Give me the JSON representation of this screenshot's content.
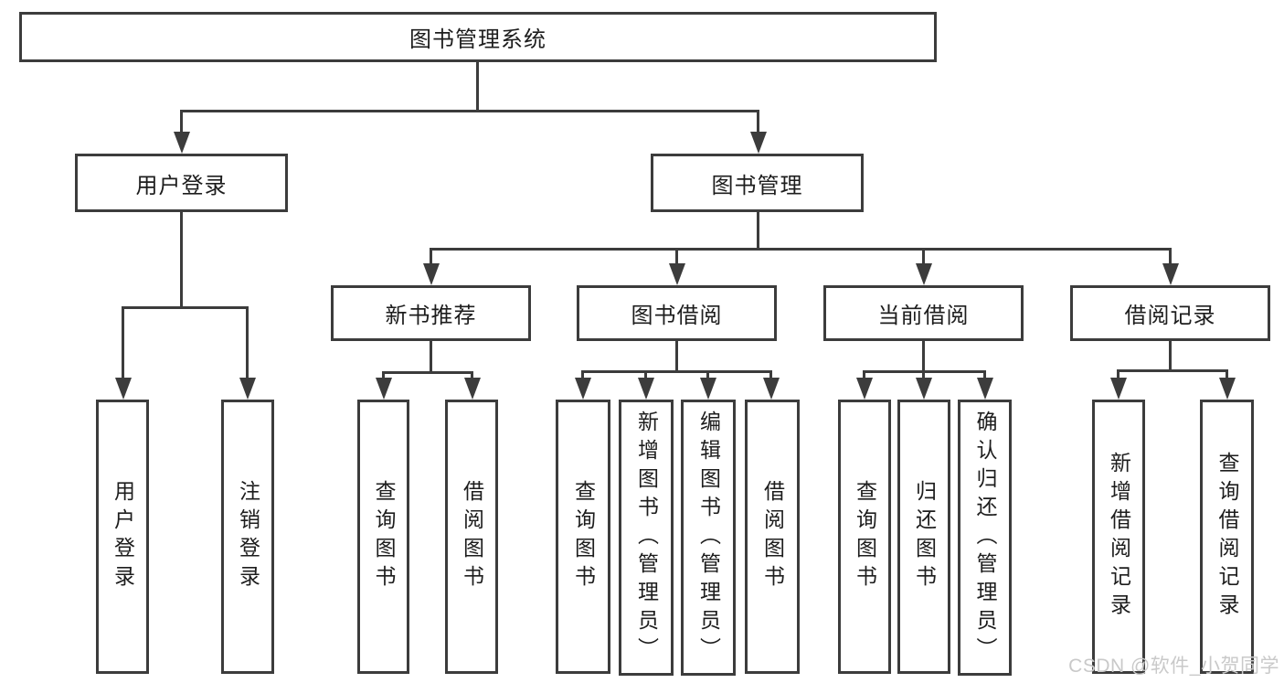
{
  "nodes": {
    "root": "图书管理系统",
    "level2": [
      "用户登录",
      "图书管理"
    ],
    "level3": [
      "新书推荐",
      "图书借阅",
      "当前借阅",
      "借阅记录"
    ],
    "leaves": [
      "用户登录",
      "注销登录",
      "查询图书",
      "借阅图书",
      "查询图书",
      "新增图书（管理员）",
      "编辑图书（管理员）",
      "借阅图书",
      "查询图书",
      "归还图书",
      "确认归还（管理员）",
      "新增借阅记录",
      "查询借阅记录"
    ]
  },
  "watermark": "CSDN @软件_小贺同学",
  "colors": {
    "line": "#3c3c3c",
    "text": "#1d1d1d",
    "watermark": "#c9c9c9",
    "background": "#ffffff"
  }
}
